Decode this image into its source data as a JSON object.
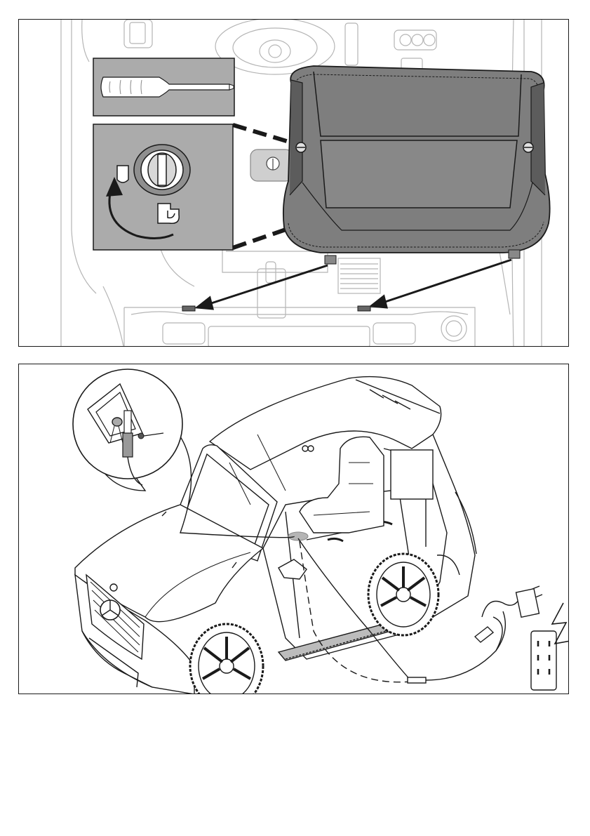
{
  "page": {
    "title": "",
    "footer_text": ""
  },
  "steps": [
    {
      "id": "seat-installation",
      "tool": "screwdriver-icon",
      "fastener": "quarter-turn-screw-icon",
      "rotation": "clockwise-arrow-icon",
      "parts": [
        "seat",
        "seat-tab-left",
        "seat-tab-right",
        "slot-left",
        "slot-right"
      ]
    },
    {
      "id": "battery-charging",
      "parts": [
        "car",
        "charging-port",
        "charger-plug",
        "adapter",
        "wall-outlet"
      ],
      "icons": [
        "charging-port-callout",
        "power-adapter-icon",
        "wall-outlet-icon",
        "lightning-icon"
      ]
    }
  ],
  "colors": {
    "line": "#1a1a1a",
    "seat_fill": "#7e7e7e",
    "seat_dark": "#5c5c5c",
    "callout_fill": "#ababab",
    "background_lines": "#b5b5b5"
  }
}
